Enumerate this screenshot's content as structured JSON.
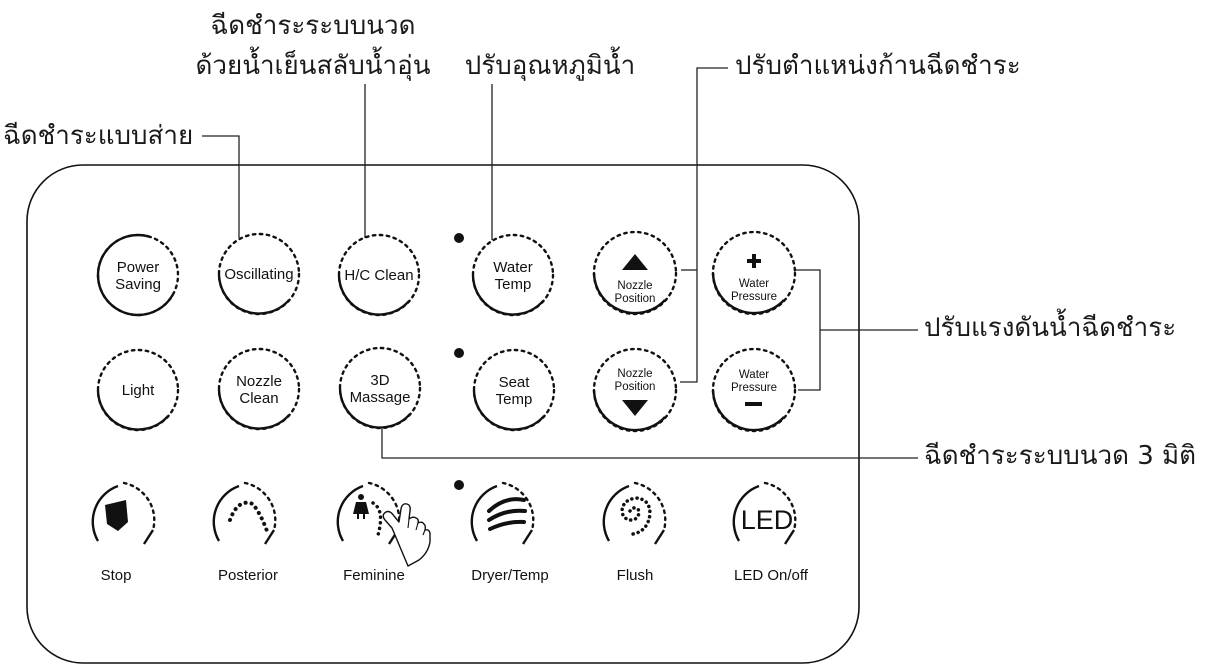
{
  "annotations": {
    "massage_hot_cold_line1": "ฉีดชำระระบบนวด",
    "massage_hot_cold_line2": "ด้วยน้ำเย็นสลับน้ำอุ่น",
    "water_temp_adjust": "ปรับอุณหภูมิน้ำ",
    "nozzle_position_adjust": "ปรับตำแหน่งก้านฉีดชำระ",
    "oscillating_spray": "ฉีดชำระแบบส่าย",
    "water_pressure_adjust": "ปรับแรงดันน้ำฉีดชำระ",
    "massage_3d": "ฉีดชำระระบบนวด 3 มิติ"
  },
  "buttons": {
    "power_saving": [
      "Power",
      "Saving"
    ],
    "oscillating": "Oscillating",
    "hc_clean": "H/C Clean",
    "water_temp": [
      "Water",
      "Temp"
    ],
    "nozzle_up": [
      "Nozzle",
      "Position"
    ],
    "pressure_up": [
      "Water",
      "Pressure"
    ],
    "light": "Light",
    "nozzle_clean": [
      "Nozzle",
      "Clean"
    ],
    "massage_3d": [
      "3D",
      "Massage"
    ],
    "seat_temp": [
      "Seat",
      "Temp"
    ],
    "nozzle_down": [
      "Nozzle",
      "Position"
    ],
    "pressure_down": [
      "Water",
      "Pressure"
    ]
  },
  "bottom_labels": {
    "stop": "Stop",
    "posterior": "Posterior",
    "feminine": "Feminine",
    "dryer": "Dryer/Temp",
    "flush": "Flush",
    "led": "LED On/off",
    "led_icon_text": "LED"
  },
  "icons": {
    "nozzle_up": "triangle-up-icon",
    "nozzle_down": "triangle-down-icon",
    "pressure_up": "plus-icon",
    "pressure_down": "minus-icon",
    "stop": "square-icon",
    "posterior": "dotted-arc-icon",
    "feminine": "person-dots-icon",
    "dryer": "air-waves-icon",
    "flush": "spiral-icon",
    "led": "led-text-icon",
    "pointer": "hand-pointer-icon"
  }
}
